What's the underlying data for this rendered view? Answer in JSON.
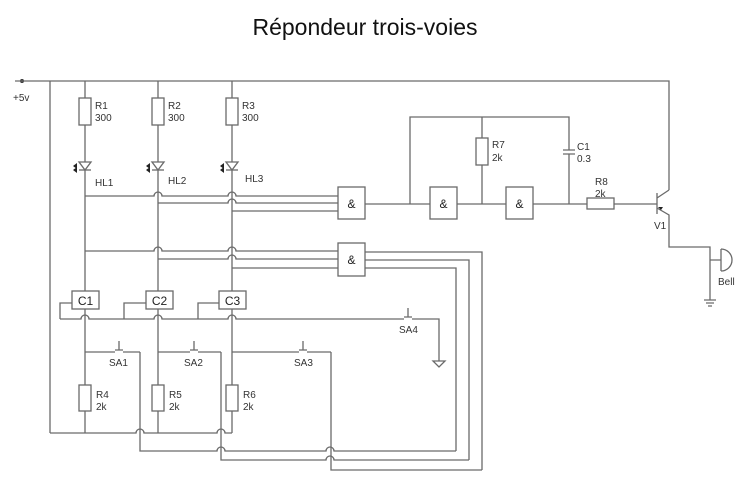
{
  "title": "Répondeur trois-voies",
  "supply": {
    "label": "+5v"
  },
  "resistors": [
    {
      "ref": "R1",
      "value": "300"
    },
    {
      "ref": "R2",
      "value": "300"
    },
    {
      "ref": "R3",
      "value": "300"
    },
    {
      "ref": "R4",
      "value": "2k"
    },
    {
      "ref": "R5",
      "value": "2k"
    },
    {
      "ref": "R6",
      "value": "2k"
    },
    {
      "ref": "R7",
      "value": "2k"
    },
    {
      "ref": "R8",
      "value": "2k"
    }
  ],
  "leds": [
    {
      "ref": "HL1"
    },
    {
      "ref": "HL2"
    },
    {
      "ref": "HL3"
    }
  ],
  "flipflops": [
    {
      "ref": "C1"
    },
    {
      "ref": "C2"
    },
    {
      "ref": "C3"
    }
  ],
  "switches": [
    {
      "ref": "SA1"
    },
    {
      "ref": "SA2"
    },
    {
      "ref": "SA3"
    },
    {
      "ref": "SA4"
    }
  ],
  "capacitor": {
    "ref": "C1",
    "value": "0.3"
  },
  "transistor": {
    "ref": "V1"
  },
  "bell": {
    "ref": "Bell"
  },
  "gates": [
    {
      "symbol": "&"
    },
    {
      "symbol": "&"
    },
    {
      "symbol": "&"
    },
    {
      "symbol": "&"
    }
  ]
}
